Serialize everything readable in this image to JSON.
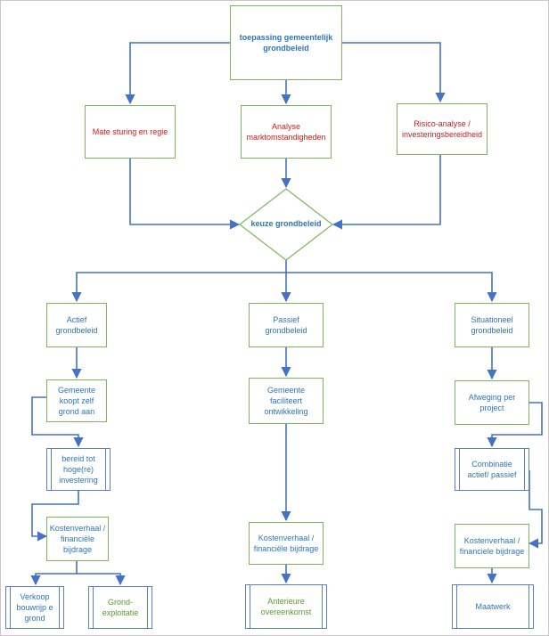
{
  "nodes": {
    "top": "toepassing gemeentelijk grondbeleid",
    "sturing": "Mate sturing en regie",
    "analyse": "Analyse marktomstandigheden",
    "risico": "Risico-analyse / investeringsbereidheid",
    "keuze": "keuze grondbeleid",
    "actief": "Actief grondbeleid",
    "passief": "Passief grondbeleid",
    "situationeel": "Situationeel grondbeleid",
    "koopt": "Gemeente koopt zelf grond aan",
    "faciliteert": "Gemeente faciliteert ontwikkeling",
    "afweging": "Afweging per project",
    "bereid": "bereid tot hoge(re) investering",
    "combinatie": "Combinatie actief/ passief",
    "kosten_actief": "Kostenverhaal / financiële bijdrage",
    "kosten_passief": "Kostenverhaal / financiële bijdrage",
    "kosten_situationeel": "Kostenverhaal / financiele bijdrage",
    "verkoop": "Verkoop bouwrijp e grond",
    "exploitatie": "Grond-exploitatie",
    "anterieure": "Anterieure overeenkomst",
    "maatwerk": "Maatwerk"
  },
  "colors": {
    "connector": "#4472c4",
    "node_border": "#7fb55c",
    "process_border": "#5b7fbf",
    "title_text": "#2e75b6",
    "factor_text": "#cc1c1c",
    "policy_text": "#5a9a2e"
  }
}
